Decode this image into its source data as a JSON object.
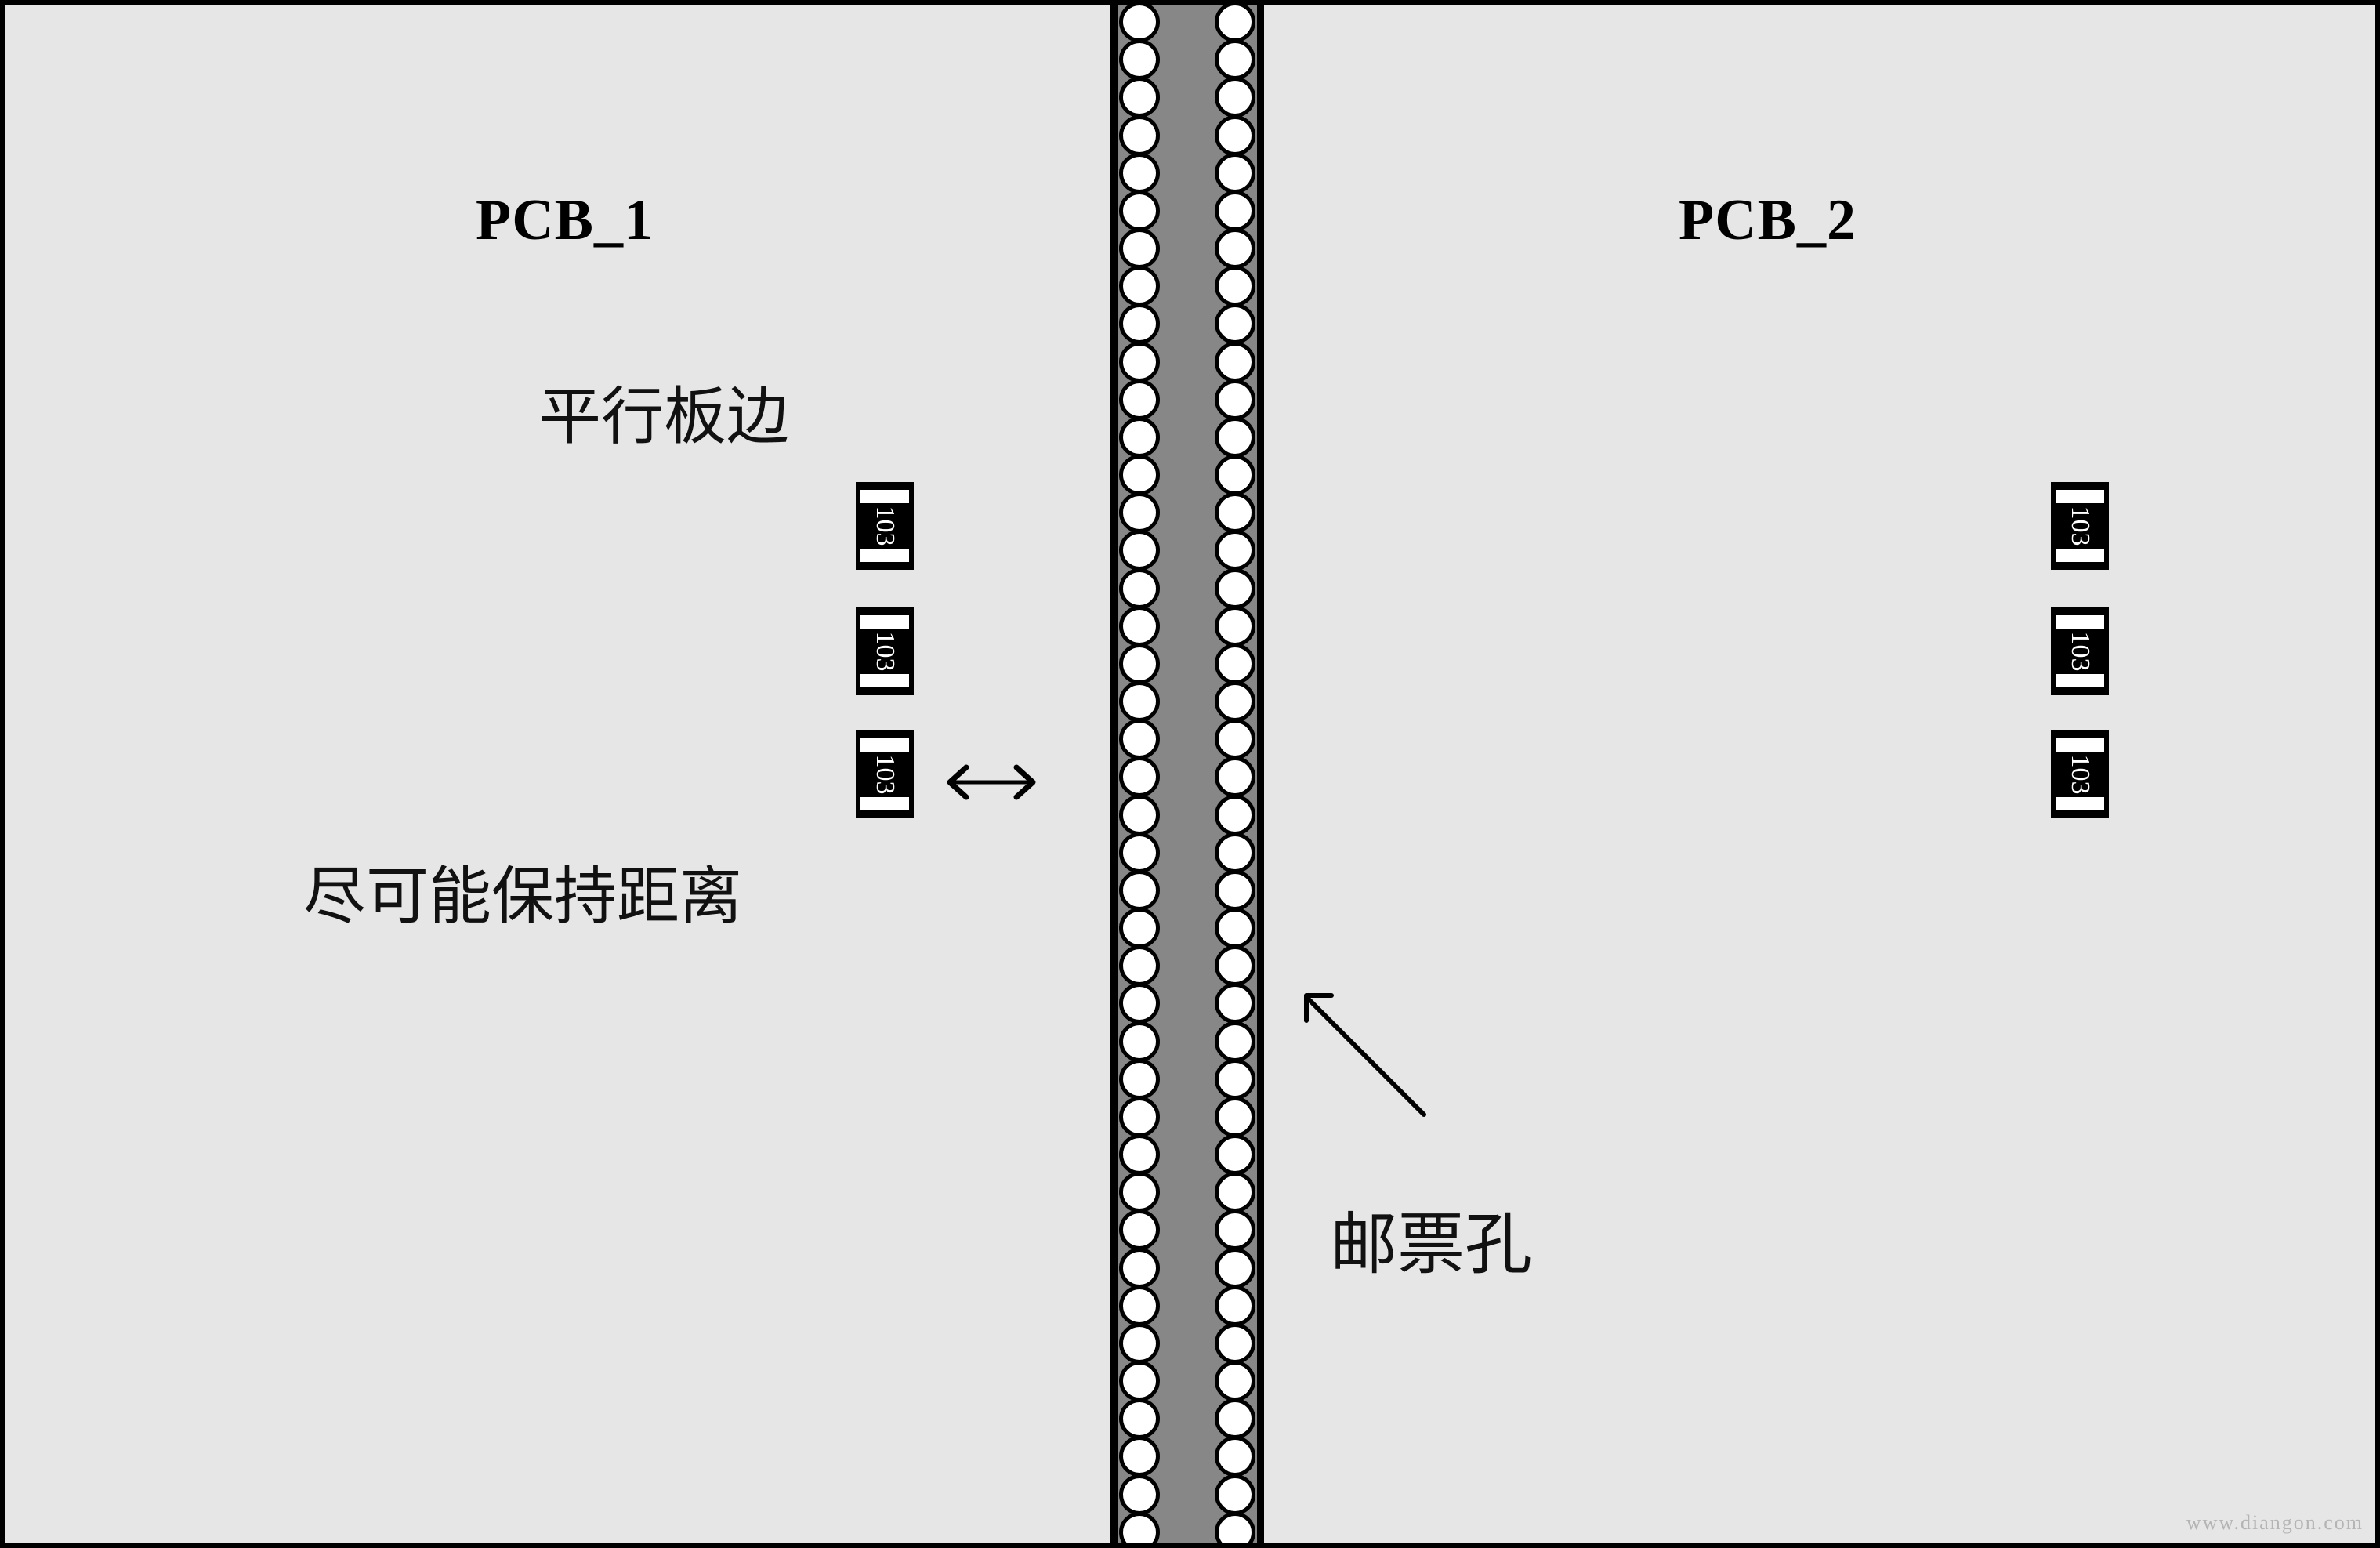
{
  "diagram": {
    "title_left": "PCB_1",
    "title_right": "PCB_2",
    "background_color": "#e6e6e6",
    "strip_color": "#878787",
    "border_color": "#000000",
    "hole_color": "#ffffff"
  },
  "annotations": {
    "parallel_edge": "平行板边",
    "keep_distance": "尽可能保持距离",
    "mousebite": "邮票孔",
    "spacing_arrow_glyph": "↔"
  },
  "components": {
    "code": "103",
    "left_column": [
      {
        "code": "103"
      },
      {
        "code": "103"
      },
      {
        "code": "103"
      }
    ],
    "right_column": [
      {
        "code": "103"
      },
      {
        "code": "103"
      },
      {
        "code": "103"
      }
    ]
  },
  "perforation": {
    "hole_count_per_column": 41,
    "columns": 2
  },
  "watermark": "www.diangon.com"
}
